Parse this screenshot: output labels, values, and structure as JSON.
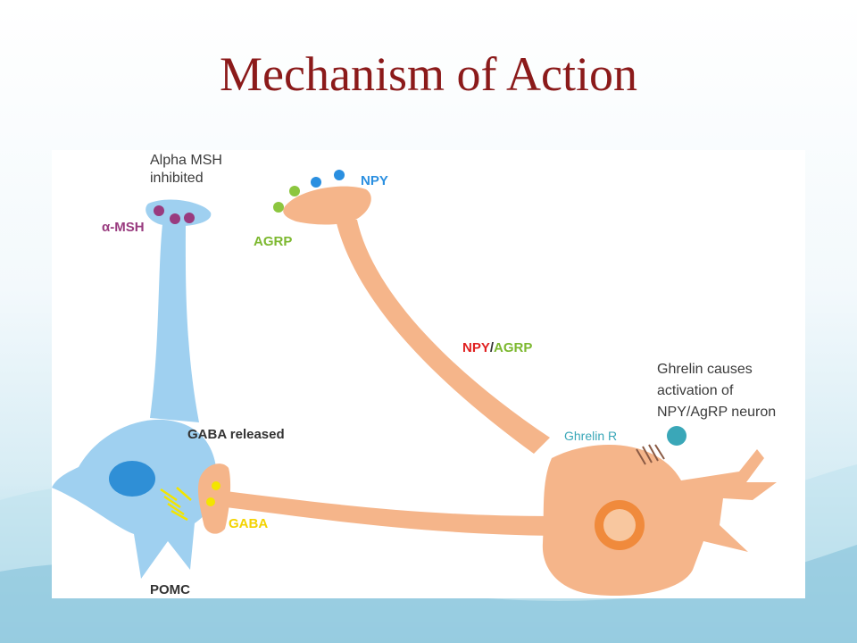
{
  "slide": {
    "title": "Mechanism of Action"
  },
  "diagram": {
    "labels": {
      "alpha_msh_inhibited_line1": "Alpha MSH",
      "alpha_msh_inhibited_line2": "inhibited",
      "alpha_msh": "α-MSH",
      "npy": "NPY",
      "agrp": "AGRP",
      "npy_agrp_npy": "NPY",
      "npy_agrp_sep": "/",
      "npy_agrp_agrp": "AGRP",
      "ghrelin_causes_line1": "Ghrelin causes",
      "ghrelin_causes_line2": "activation of",
      "ghrelin_causes_line3": "NPY/AgRP neuron",
      "ghrelin_r": "Ghrelin R",
      "gaba_released": "GABA released",
      "gaba": "GABA",
      "pomc": "POMC"
    },
    "colors": {
      "pomc_neuron": "#9fd0f0",
      "pomc_nucleus": "#2f8fd6",
      "agrp_neuron": "#f5b58a",
      "agrp_nucleus": "#f08a3c",
      "alpha_msh_vesicle": "#993b7f",
      "npy_vesicle": "#2a8fe0",
      "agrp_vesicle": "#8cc63f",
      "gaba_vesicle": "#f3e500",
      "ghrelin": "#3aa7b8",
      "title": "#8b1a1a",
      "npy_text": "#e02020",
      "agrp_text": "#7cb82f"
    }
  }
}
